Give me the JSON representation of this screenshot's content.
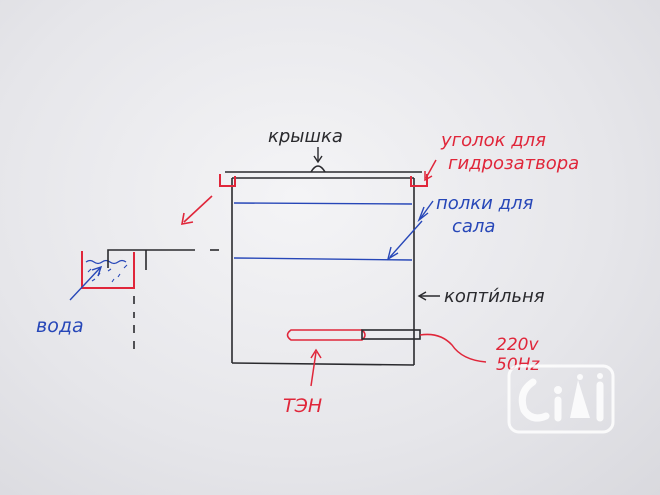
{
  "labels": {
    "lid": "крышка",
    "seal_angle_line1": "уголок для",
    "seal_angle_line2": "гидрозатвора",
    "shelves_line1": "полки для",
    "shelves_line2": "сала",
    "smokehouse": "копти́льня",
    "water": "вода",
    "power_line1": "220v",
    "power_line2": "50Hz",
    "heater": "ТЭН"
  },
  "colors": {
    "ink_black": "#2a2a2e",
    "ink_red": "#e0263a",
    "ink_blue": "#2747b8",
    "watermark": "#ffffff"
  },
  "watermark": {
    "icon": "watermark-logo-icon"
  }
}
